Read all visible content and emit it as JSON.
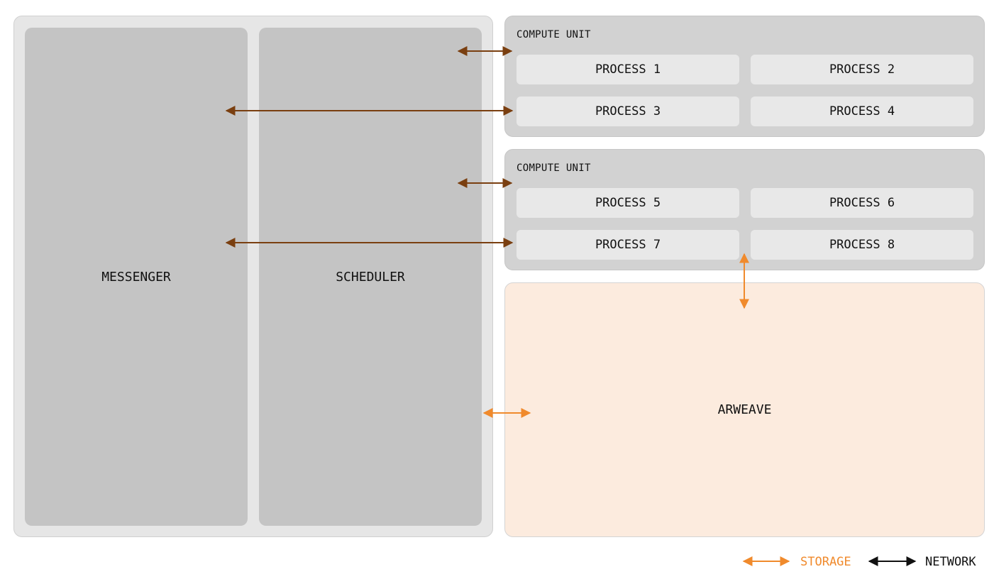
{
  "messenger": {
    "label": "MESSENGER"
  },
  "scheduler": {
    "label": "SCHEDULER"
  },
  "compute_units": [
    {
      "title": "COMPUTE UNIT",
      "processes": [
        "PROCESS 1",
        "PROCESS 2",
        "PROCESS 3",
        "PROCESS 4"
      ]
    },
    {
      "title": "COMPUTE UNIT",
      "processes": [
        "PROCESS 5",
        "PROCESS 6",
        "PROCESS 7",
        "PROCESS 8"
      ]
    }
  ],
  "arweave": {
    "label": "ARWEAVE"
  },
  "legend": {
    "storage": "STORAGE",
    "network": "NETWORK"
  },
  "colors": {
    "network_arrow": "#7a3f10",
    "storage_arrow": "#f08a2c",
    "legend_network_arrow": "#111111",
    "arweave_fill": "#fcebde"
  }
}
